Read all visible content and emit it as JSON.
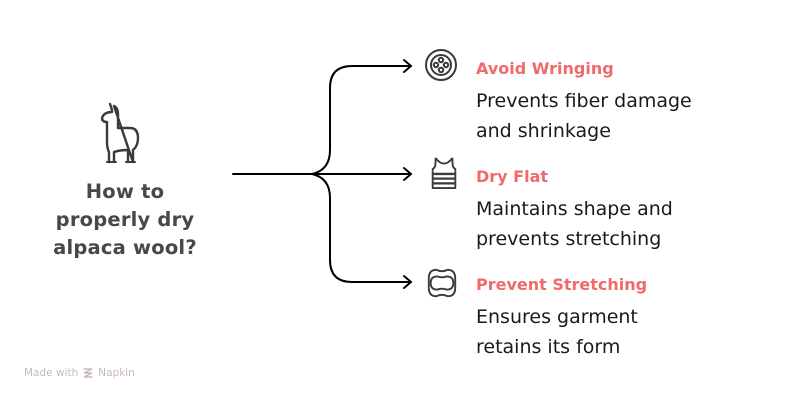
{
  "diagram": {
    "central_question": {
      "lines": [
        "How to",
        "properly dry",
        "alpaca wool?"
      ],
      "icon": "alpaca-icon"
    },
    "branches": [
      {
        "title": "Avoid Wringing",
        "description_lines": [
          "Prevents fiber damage",
          "and shrinkage"
        ],
        "icon": "button-icon"
      },
      {
        "title": "Dry Flat",
        "description_lines": [
          "Maintains shape and",
          "prevents stretching"
        ],
        "icon": "tank-top-icon"
      },
      {
        "title": "Prevent Stretching",
        "description_lines": [
          "Ensures garment",
          "retains its form"
        ],
        "icon": "elastic-band-icon"
      }
    ],
    "colors": {
      "title_accent": "#f0696b",
      "question_text": "#484848",
      "body_text": "#1a1a1a",
      "lines": "#000000",
      "icon_stroke": "#3a3a3a"
    }
  },
  "footer": {
    "made_with": "Made with",
    "brand": "Napkin",
    "icon": "napkin-logo-icon"
  }
}
